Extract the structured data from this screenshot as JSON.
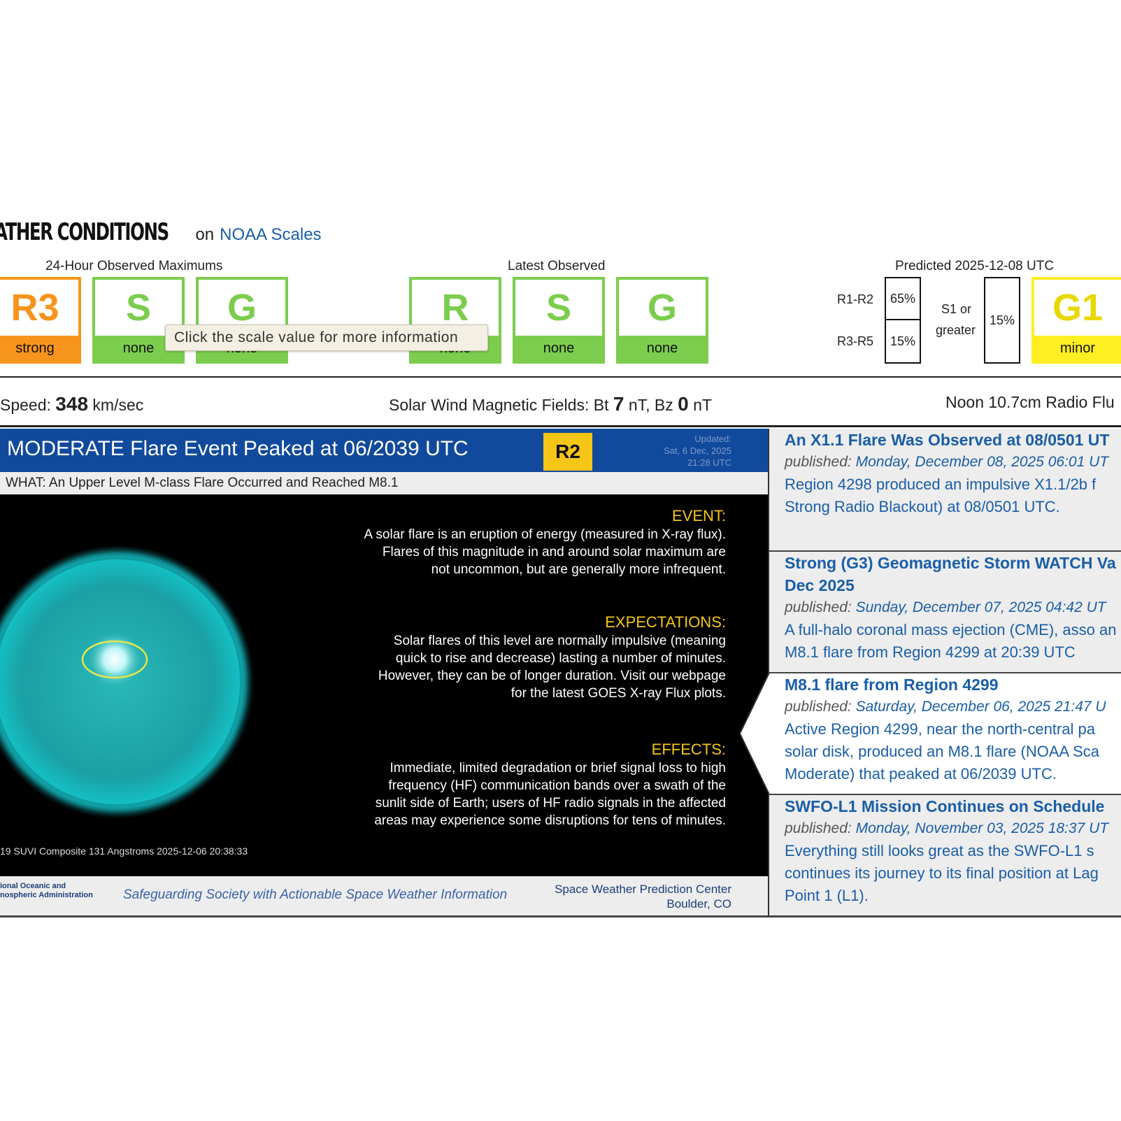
{
  "header": {
    "title": "ATHER CONDITIONS",
    "on_text": "on",
    "link_text": "NOAA Scales"
  },
  "groups": {
    "observed_max": "24-Hour Observed Maximums",
    "latest": "Latest Observed",
    "predicted": "Predicted 2025-12-08 UTC"
  },
  "observed_max": [
    {
      "letter": "R3",
      "desc": "strong",
      "color": "#f7941d"
    },
    {
      "letter": "S",
      "desc": "none",
      "color": "#7ccd4e"
    },
    {
      "letter": "G",
      "desc": "none",
      "color": "#7ccd4e"
    }
  ],
  "latest": [
    {
      "letter": "R",
      "desc": "none",
      "color": "#7ccd4e"
    },
    {
      "letter": "S",
      "desc": "none",
      "color": "#7ccd4e"
    },
    {
      "letter": "G",
      "desc": "none",
      "color": "#7ccd4e"
    }
  ],
  "tooltip": "Click the scale value for more information",
  "predicted": {
    "r1r2_label": "R1-R2",
    "r1r2_value": "65%",
    "r3r5_label": "R3-R5",
    "r3r5_value": "15%",
    "s1_label_1": "S1 or",
    "s1_label_2": "greater",
    "s1_value": "15%",
    "g_letter": "G1",
    "g_desc": "minor",
    "g_color": "#ffee22"
  },
  "metrics": {
    "speed_label": "Speed:",
    "speed_value": "348",
    "speed_unit": "km/sec",
    "mag_label": "Solar Wind Magnetic Fields: Bt",
    "bt_value": "7",
    "bz_label": "nT, Bz",
    "bz_value": "0",
    "bz_unit": "nT",
    "radio_label": "Noon 10.7cm Radio Flu"
  },
  "flare": {
    "title": "MODERATE Flare Event Peaked at 06/2039 UTC",
    "badge": "R2",
    "updated_1": "Updated:",
    "updated_2": "Sat, 6 Dec, 2025",
    "updated_3": "21:28 UTC",
    "what": "WHAT: An Upper Level M-class Flare Occurred and Reached M8.1",
    "event_h": "EVENT:",
    "event_text": "A solar flare is an eruption of energy (measured in X-ray flux). Flares of this magnitude in and around solar maximum are not uncommon, but are generally more infrequent.",
    "expect_h": "EXPECTATIONS:",
    "expect_text": "Solar flares of this level are normally impulsive (meaning quick to rise and decrease) lasting a number of minutes. However, they can be of longer duration. Visit our webpage for the latest GOES X-ray Flux plots.",
    "effects_h": "EFFECTS:",
    "effects_text": "Immediate, limited degradation or brief signal loss to high frequency (HF) communication bands over a swath of the sunlit side of Earth; users of HF radio signals in the affected areas may experience some disruptions for tens of minutes.",
    "caption": "19 SUVI Composite 131 Angstroms 2025-12-06 20:38:33",
    "noaa_1": "ional Oceanic and",
    "noaa_2": "nospheric Administration",
    "slogan": "Safeguarding Society with Actionable Space Weather Information",
    "center_1": "Space Weather Prediction Center",
    "center_2": "Boulder, CO"
  },
  "news": [
    {
      "title": "An X1.1 Flare Was Observed at 08/0501 UT",
      "pub_label": "published:",
      "pub_date": "Monday, December 08, 2025 06:01 UT",
      "body": "Region 4298 produced an impulsive X1.1/2b f Strong Radio Blackout) at 08/0501 UTC."
    },
    {
      "title": "Strong (G3) Geomagnetic Storm WATCH Va Dec 2025",
      "pub_label": "published:",
      "pub_date": "Sunday, December 07, 2025 04:42 UT",
      "body": "A full-halo coronal mass ejection (CME), asso an M8.1 flare from Region 4299 at 20:39 UTC"
    },
    {
      "title": "M8.1 flare from Region 4299",
      "pub_label": "published:",
      "pub_date": "Saturday, December 06, 2025 21:47 U",
      "body": "Active Region 4299, near the north-central pa solar disk, produced an M8.1 flare (NOAA Sca Moderate) that peaked at 06/2039 UTC."
    },
    {
      "title": "SWFO-L1 Mission Continues on Schedule",
      "pub_label": "published:",
      "pub_date": "Monday, November 03, 2025 18:37 UT",
      "body": "Everything still looks great as the SWFO-L1 s continues its journey to its final position at Lag Point 1 (L1)."
    }
  ]
}
